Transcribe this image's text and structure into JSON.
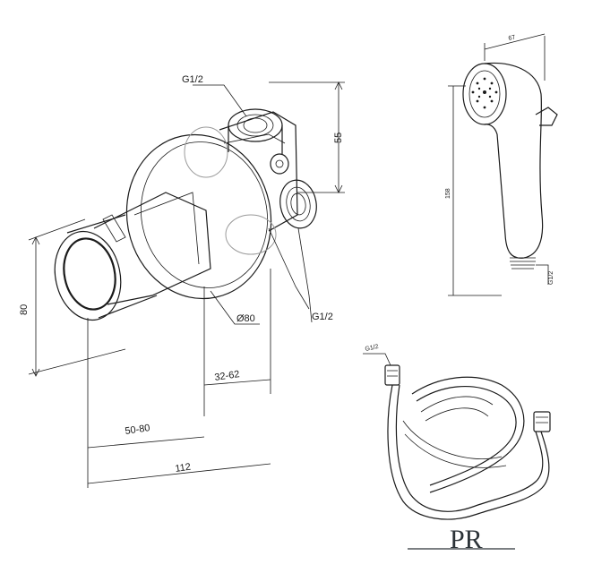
{
  "valve_labels": {
    "thread_top": "G1/2",
    "height_55": "55",
    "height_80": "80",
    "thread_side": "G1/2",
    "diameter": "Ø80",
    "range_32_62": "32-62",
    "range_50_80": "50-80",
    "length_112": "112"
  },
  "handshower_labels": {
    "width_67": "67",
    "length_158": "158",
    "thread": "G1/2"
  },
  "hose_labels": {
    "thread": "G1/2"
  },
  "logo": {
    "text": "PR"
  },
  "colors": {
    "line": "#1a1a1a",
    "logo": "#2c3338"
  }
}
